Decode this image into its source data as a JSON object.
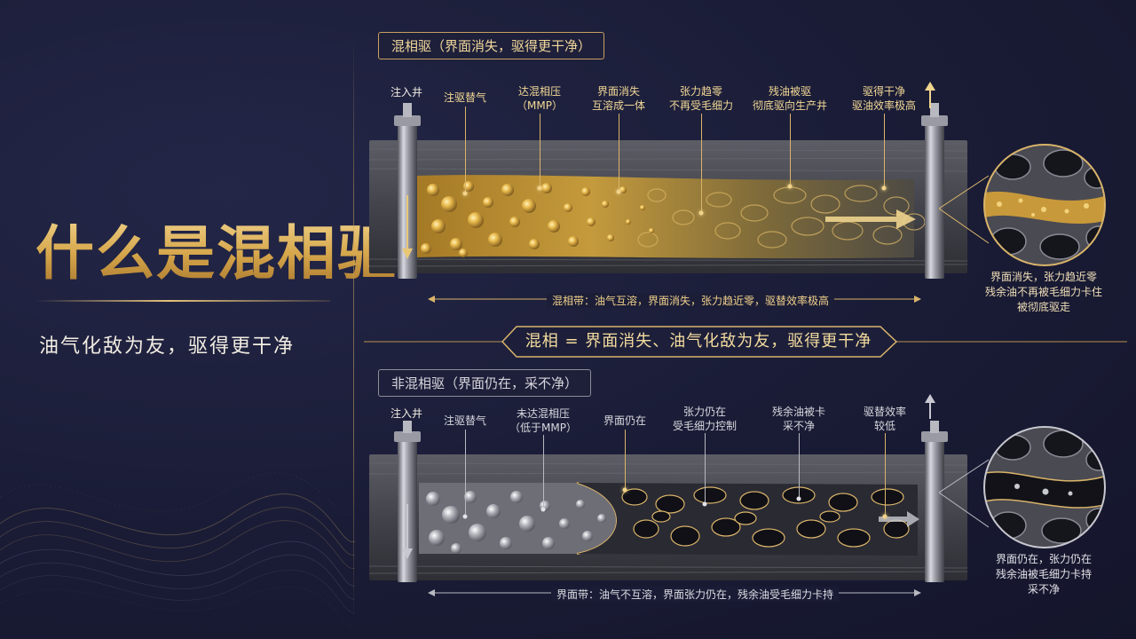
{
  "left_panel": {
    "title": "什么是混相驱",
    "subtitle": "油气化敌为友，驱得更干净"
  },
  "top_section": {
    "label": "混相驱（界面消失，驱得更干净）",
    "well_label": "注入井",
    "stages": [
      {
        "line1": "注驱替气",
        "line2": ""
      },
      {
        "line1": "达混相压",
        "line2": "（MMP）"
      },
      {
        "line1": "界面消失",
        "line2": "互溶成一体"
      },
      {
        "line1": "张力趋零",
        "line2": "不再受毛细力"
      },
      {
        "line1": "残油被驱",
        "line2": "彻底驱向生产井"
      },
      {
        "line1": "驱得干净",
        "line2": "驱油效率极高"
      }
    ],
    "band_text": "混相带：油气互溶，界面消失，张力趋近零，驱替效率极高",
    "circle_caption": [
      "界面消失，张力趋近零",
      "残余油不再被毛细力卡住",
      "被彻底驱走"
    ]
  },
  "banner": {
    "text": "混相 = 界面消失、油气化敌为友，驱得更干净"
  },
  "bottom_section": {
    "label": "非混相驱（界面仍在，采不净）",
    "well_label": "注入井",
    "stages": [
      {
        "line1": "注驱替气",
        "line2": ""
      },
      {
        "line1": "未达混相压",
        "line2": "（低于MMP）"
      },
      {
        "line1": "界面仍在",
        "line2": ""
      },
      {
        "line1": "张力仍在",
        "line2": "受毛细力控制"
      },
      {
        "line1": "残余油被卡",
        "line2": "采不净"
      },
      {
        "line1": "驱替效率",
        "line2": "较低"
      }
    ],
    "band_text": "界面带：油气不互溶，界面张力仍在，残余油受毛细力卡持",
    "circle_caption": [
      "界面仍在，张力仍在",
      "残余油被毛细力卡持",
      "采不净"
    ]
  },
  "colors": {
    "background": "#1a1c36",
    "gold": "#d9b46a",
    "oil": "#15151c",
    "gas_grey": "#9a9aa2"
  }
}
